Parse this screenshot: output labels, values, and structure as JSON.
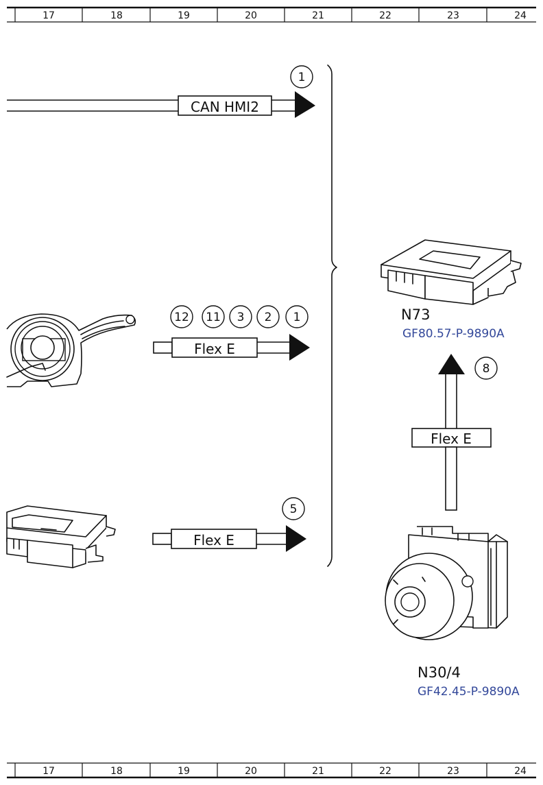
{
  "ruler": {
    "columns": [
      "17",
      "18",
      "19",
      "20",
      "21",
      "22",
      "23",
      "24"
    ]
  },
  "signals": {
    "can_hmi2": {
      "label": "CAN HMI2",
      "markers": [
        "1"
      ]
    },
    "flex_e_mid": {
      "label": "Flex E",
      "markers": [
        "12",
        "11",
        "3",
        "2",
        "1"
      ]
    },
    "flex_e_low": {
      "label": "Flex E",
      "markers": [
        "5"
      ]
    },
    "flex_e_vertical": {
      "label": "Flex E",
      "markers": [
        "8"
      ]
    }
  },
  "components": {
    "n73": {
      "name": "N73",
      "ref": "GF80.57-P-9890A"
    },
    "n30_4": {
      "name": "N30/4",
      "ref": "GF42.45-P-9890A"
    }
  }
}
